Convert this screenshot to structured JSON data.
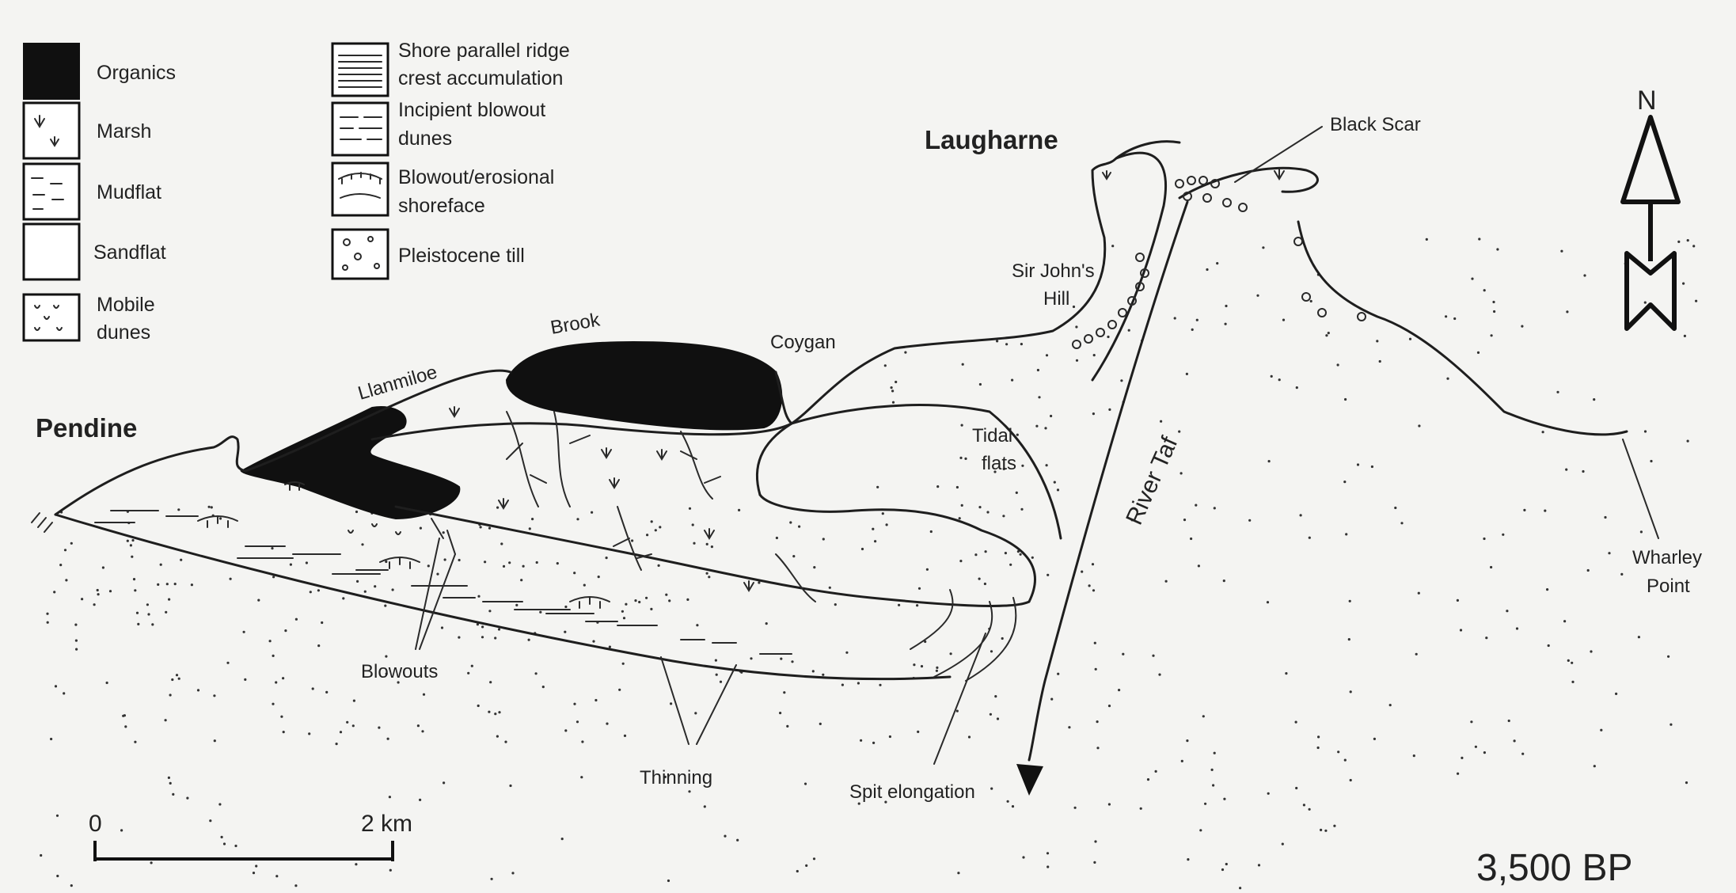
{
  "legend": [
    {
      "key": "organics",
      "label": [
        "Organics"
      ]
    },
    {
      "key": "marsh",
      "label": [
        "Marsh"
      ]
    },
    {
      "key": "mudflat",
      "label": [
        "Mudflat"
      ]
    },
    {
      "key": "sandflat",
      "label": [
        "Sandflat"
      ]
    },
    {
      "key": "mobile-dunes",
      "label": [
        "Mobile",
        "dunes"
      ]
    },
    {
      "key": "ridge-crest",
      "label": [
        "Shore parallel ridge",
        "crest accumulation"
      ]
    },
    {
      "key": "blowout-dunes",
      "label": [
        "Incipient blowout",
        "dunes"
      ]
    },
    {
      "key": "erosional-shoreface",
      "label": [
        "Blowout/erosional",
        "shoreface"
      ]
    },
    {
      "key": "till",
      "label": [
        "Pleistocene till"
      ]
    }
  ],
  "places": {
    "pendine": "Pendine",
    "llanmiloe": "Llanmiloe",
    "brook": "Brook",
    "coygan": "Coygan",
    "laugharne": "Laugharne",
    "black_scar": "Black Scar",
    "sir_johns": [
      "Sir John's",
      "Hill"
    ],
    "tidal_flats": [
      "Tidal",
      "flats"
    ],
    "river_taf": "River Taf",
    "wharley": [
      "Wharley",
      "Point"
    ]
  },
  "annotations": {
    "blowouts": "Blowouts",
    "thinning": "Thinning",
    "spit": "Spit elongation"
  },
  "north": "N",
  "scale": {
    "start": "0",
    "end": "2 km"
  },
  "age": "3,500 BP"
}
